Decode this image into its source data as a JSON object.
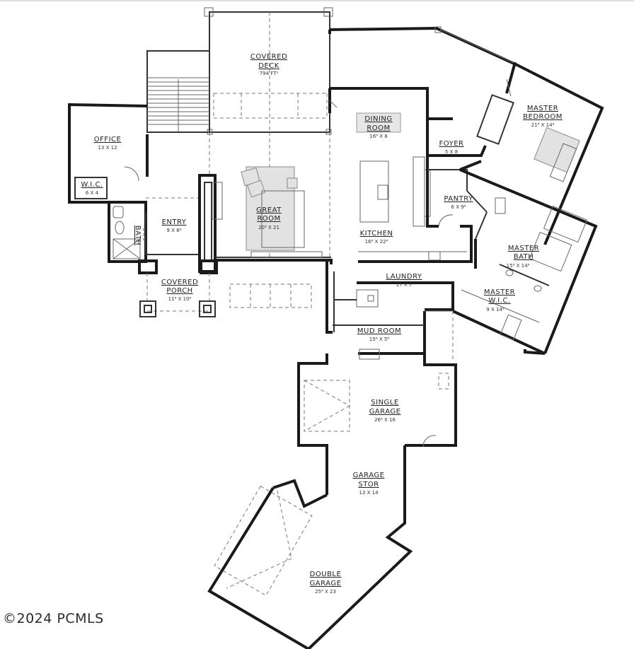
{
  "rooms": {
    "covered_deck": {
      "name": [
        "COVERED",
        "DECK"
      ],
      "dim": "794 FT²"
    },
    "dining_room": {
      "name": [
        "DINING",
        "ROOM"
      ],
      "dim": "16⁶ X 8"
    },
    "foyer": {
      "name": [
        "FOYER"
      ],
      "dim": "5 X 8"
    },
    "master_bedroom": {
      "name": [
        "MASTER",
        "BEDROOM"
      ],
      "dim": "21⁶ X 14⁶"
    },
    "office": {
      "name": [
        "OFFICE"
      ],
      "dim": "13 X 12"
    },
    "wic_office": {
      "name": [
        "W.I.C."
      ],
      "dim": "6 X 4"
    },
    "great_room": {
      "name": [
        "GREAT",
        "ROOM"
      ],
      "dim": "20⁶ X 21"
    },
    "entry": {
      "name": [
        "ENTRY"
      ],
      "dim": "9 X 6⁶"
    },
    "bath": {
      "name": [
        "BATH"
      ],
      "dim": "6 X 9⁶"
    },
    "pantry": {
      "name": [
        "PANTRY"
      ],
      "dim": "6 X 9⁶"
    },
    "kitchen": {
      "name": [
        "KITCHEN"
      ],
      "dim": "16⁶ X 22⁶"
    },
    "master_bath": {
      "name": [
        "MASTER",
        "BATH"
      ],
      "dim": "15⁶ X 14⁶"
    },
    "laundry": {
      "name": [
        "LAUNDRY"
      ],
      "dim": "17 X 7"
    },
    "master_wic": {
      "name": [
        "MASTER",
        "W.I.C."
      ],
      "dim": "9 X 14⁶"
    },
    "covered_porch": {
      "name": [
        "COVERED",
        "PORCH"
      ],
      "dim": "11⁶ X 10⁶"
    },
    "mud_room": {
      "name": [
        "MUD ROOM"
      ],
      "dim": "15⁶ X 5⁶"
    },
    "single_garage": {
      "name": [
        "SINGLE",
        "GARAGE"
      ],
      "dim": "26⁶ X 16"
    },
    "garage_stor": {
      "name": [
        "GARAGE",
        "STOR"
      ],
      "dim": "13 X 14"
    },
    "double_garage": {
      "name": [
        "DOUBLE",
        "GARAGE"
      ],
      "dim": "25⁶ X 23"
    }
  },
  "copyright": "©2024 PCMLS"
}
